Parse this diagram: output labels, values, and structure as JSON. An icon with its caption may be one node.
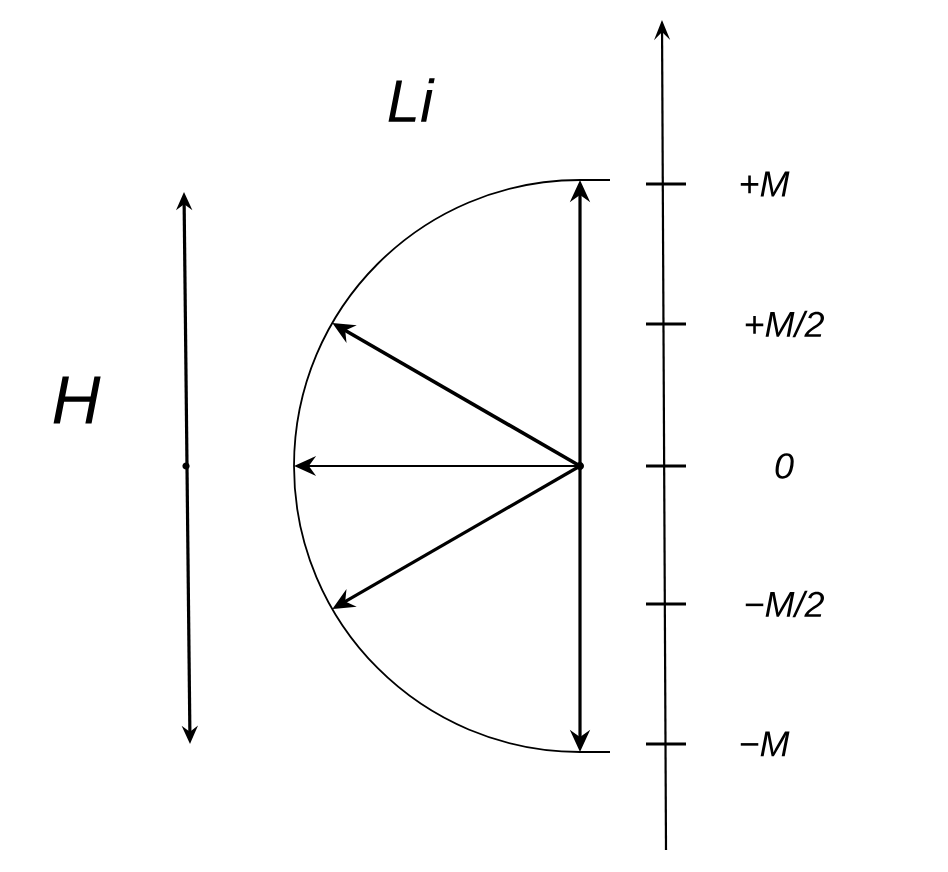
{
  "diagram": {
    "labels": [
      "H",
      "Li",
      "+M",
      "+M/2",
      "0",
      "−M/2",
      "−M"
    ]
  }
}
